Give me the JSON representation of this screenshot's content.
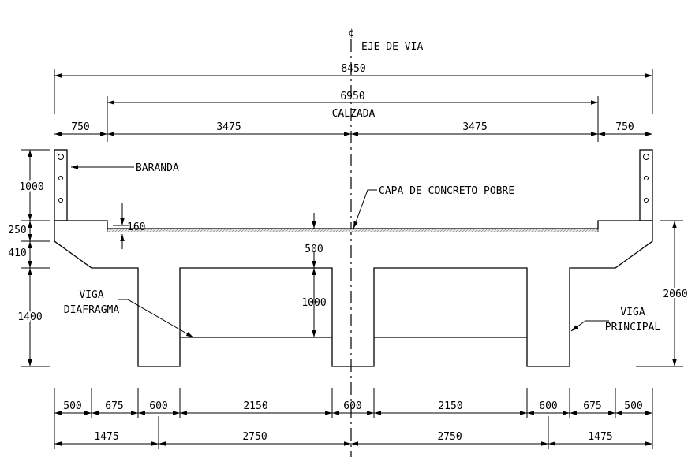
{
  "centerline": {
    "symbol": "¢",
    "label": "EJE DE VIA"
  },
  "top_dims": {
    "overall": "8450",
    "roadway": "6950",
    "roadway_label": "CALZADA",
    "left_edge": "750",
    "left_half": "3475",
    "right_half": "3475",
    "right_edge": "750"
  },
  "left_dims": {
    "railing_height": "1000",
    "deck_step": "250",
    "slab_taper": "410",
    "girder_depth": "1400"
  },
  "right_dims": {
    "total_depth": "2060"
  },
  "inner_dims": {
    "topping": "160",
    "slab_thickness": "500",
    "diaphragm_depth": "1000"
  },
  "labels": {
    "railing": "BARANDA",
    "topping": "CAPA DE CONCRETO POBRE",
    "diaphragm_line1": "VIGA",
    "diaphragm_line2": "DIAFRAGMA",
    "girder_line1": "VIGA",
    "girder_line2": "PRINCIPAL"
  },
  "bottom_dims_row1": [
    "500",
    "675",
    "600",
    "2150",
    "600",
    "2150",
    "600",
    "675",
    "500"
  ],
  "bottom_dims_row2": [
    "1475",
    "2750",
    "2750",
    "1475"
  ]
}
